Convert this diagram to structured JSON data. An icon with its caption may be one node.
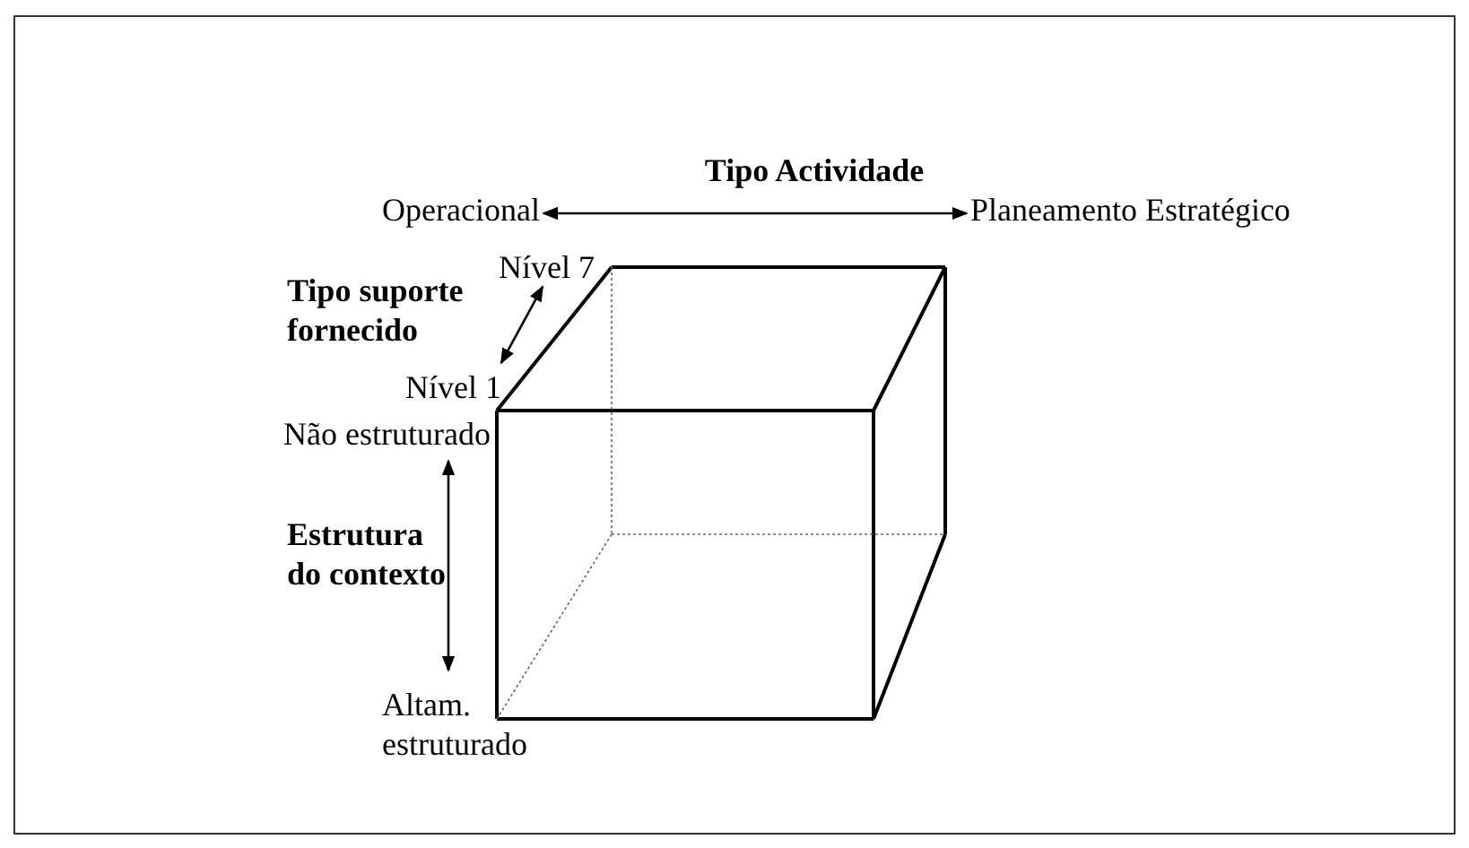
{
  "diagram": {
    "nodes": [
      {
        "text": [
          "Operacional"
        ]
      },
      {
        "text": [
          "Planeamento Estratégico"
        ]
      },
      {
        "text": [
          "Nível 7"
        ]
      },
      {
        "text": [
          "Nível 1"
        ]
      },
      {
        "text": [
          "Não estruturado"
        ]
      },
      {
        "text": [
          "Altam. estruturado"
        ]
      }
    ],
    "edges": [
      {
        "from": 0,
        "to": 1,
        "arrow": "both"
      },
      {
        "from": 3,
        "to": 2,
        "arrow": "both"
      },
      {
        "from": 4,
        "to": 5,
        "arrow": "both"
      }
    ],
    "labels": [
      "Tipo Actividade",
      "Tipo suporte fornecido",
      "Estrutura do contexto"
    ]
  }
}
